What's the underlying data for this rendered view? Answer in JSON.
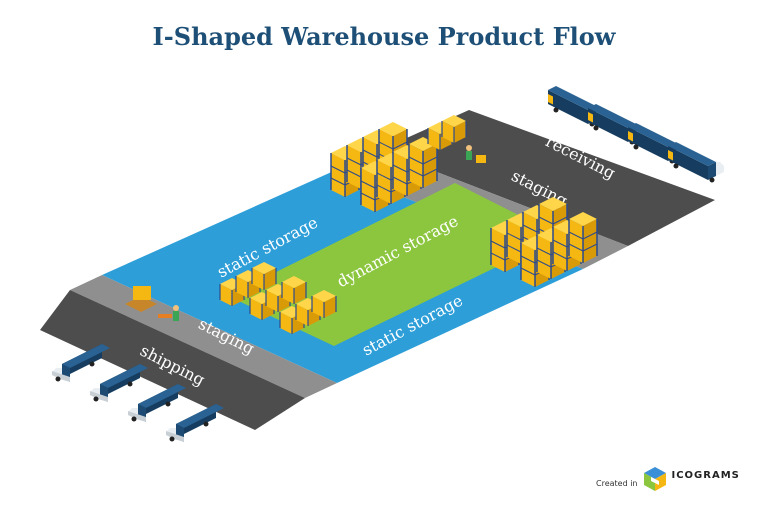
{
  "title": "I-Shaped Warehouse Product Flow",
  "zones": {
    "receiving": "receiving",
    "staging_top": "staging",
    "static_top": "static storage",
    "dynamic": "dynamic storage",
    "static_bottom": "static storage",
    "staging_bottom": "staging",
    "shipping": "shipping"
  },
  "credit": {
    "prefix": "Created in",
    "brand": "ICOGRAMS"
  },
  "colors": {
    "title": "#1d4f77",
    "dock_dark": "#4d4d4d",
    "staging_gray": "#8f8f8f",
    "static_blue": "#2d9ed8",
    "dynamic_green": "#8cc63f",
    "rack_yellow": "#f5b812",
    "rack_frame": "#2b4a8e",
    "truck_blue": "#1c4a73"
  },
  "icons": [
    "truck-icon",
    "rack-icon",
    "forklift-icon",
    "worker-icon",
    "pallet-icon"
  ]
}
